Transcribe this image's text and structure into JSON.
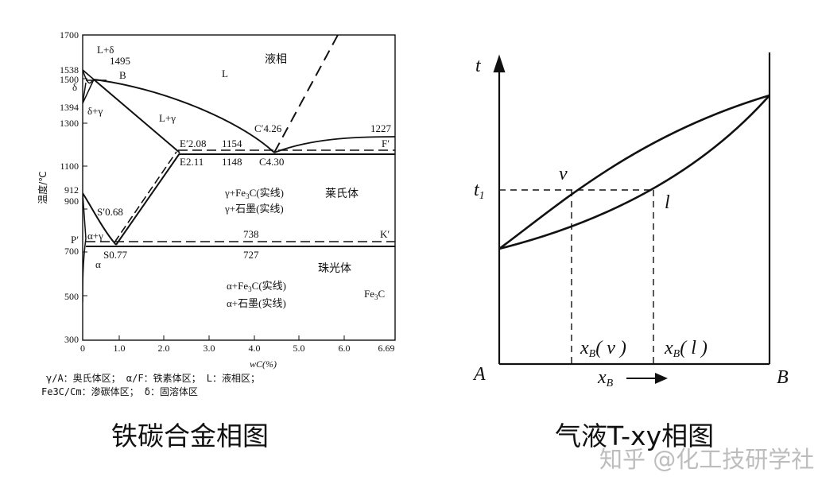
{
  "left_figure": {
    "caption": "铁碳合金相图",
    "y_axis": {
      "label": "温度/℃",
      "ticks": [
        "1700",
        "1538",
        "1500",
        "1394",
        "1300",
        "1100",
        "912",
        "900",
        "700",
        "500",
        "300"
      ],
      "range": [
        300,
        1700
      ]
    },
    "x_axis": {
      "label": "wC(%)",
      "ticks": [
        "0",
        "1.0",
        "2.0",
        "3.0",
        "4.0",
        "5.0",
        "6.0",
        "6.69"
      ],
      "range": [
        0,
        6.69
      ]
    },
    "small_labels": {
      "delta": "δ",
      "l_delta": "L+δ",
      "v1495": "1495",
      "b": "B",
      "delta_gamma": "δ+γ",
      "l": "L",
      "liquid": "液相",
      "l_gamma": "L+γ",
      "c_prime": "C′4.26",
      "v1227": "1227",
      "e_prime": "E′2.08",
      "v1154": "1154",
      "f_prime": "F′",
      "e": "E2.11",
      "v1148": "1148",
      "c": "C4.30",
      "s_prime": "S′0.68",
      "alpha_gamma": "α+γ",
      "p_prime": "P′",
      "v738": "738",
      "k_prime": "K′",
      "s": "S0.77",
      "v727": "727",
      "alpha": "α",
      "pearlite": "珠光体",
      "ledeburite": "莱氏体",
      "fe3c": "Fe",
      "fe3c_sub": "3",
      "fe3c_tail": "C"
    },
    "region_labels": {
      "gamma_fe3c": "γ+Fe",
      "gamma_fe3c_sub": "3",
      "gamma_fe3c_tail": "C(实线)",
      "gamma_graphite": "γ+石墨(实线)",
      "alpha_fe3c": "α+Fe",
      "alpha_fe3c_sub": "3",
      "alpha_fe3c_tail": "C(实线)",
      "alpha_graphite": "α+石墨(实线)"
    },
    "legend_lines": [
      "γ/A：奥氏体区； α/F：铁素体区； L：液相区；",
      "Fe3C/Cm：渗碳体区； δ：固溶体区"
    ]
  },
  "right_figure": {
    "caption": "气液T-xy相图",
    "y_label": "t",
    "t1": "t",
    "t1_sub": "1",
    "vapor": "v",
    "liquid": "l",
    "xbv": "x",
    "xbv_sub": "B",
    "xbv_tail": "( v )",
    "xbl": "x",
    "xbl_sub": "B",
    "xbl_tail": "( l )",
    "x_axis": "x",
    "x_axis_sub": "B",
    "a": "A",
    "b": "B"
  },
  "watermark": "知乎 @化工技研学社",
  "colors": {
    "ink": "#111111",
    "watermark": "#bdbdbd"
  }
}
